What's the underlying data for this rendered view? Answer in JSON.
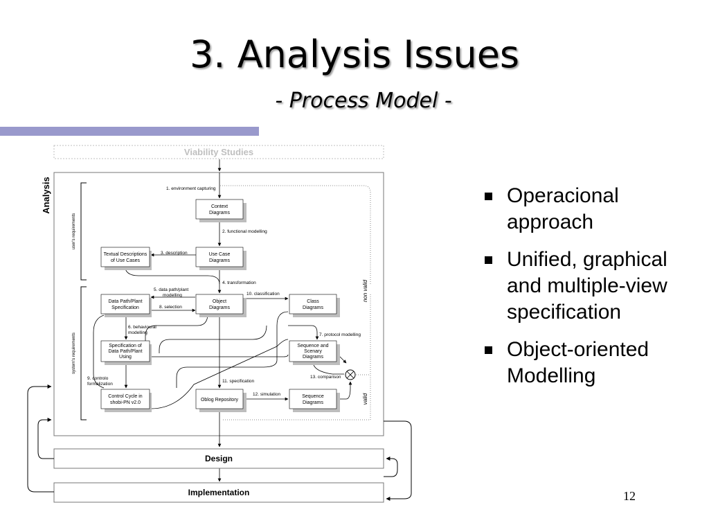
{
  "slide": {
    "title": "3. Analysis Issues",
    "subtitle": "- Process Model -",
    "page_number": "12",
    "accent_color": "#9999cc"
  },
  "bullets": [
    {
      "text": "Operacional approach"
    },
    {
      "text": "Unified, graphical and multiple-view specification"
    },
    {
      "text": "Object-oriented Modelling"
    }
  ],
  "diagram": {
    "viability": "Viability Studies",
    "analysis": "Analysis",
    "design": "Design",
    "implementation": "Implementation",
    "users_req": "user's requirements",
    "systems_req": "system's requirements",
    "non_valid": "non valid",
    "valid": "valid",
    "boxes": {
      "context": [
        "Context",
        "Diagrams"
      ],
      "usecase": [
        "Use Case",
        "Diagrams"
      ],
      "textual": [
        "Textual Descriptions",
        "of Use Cases"
      ],
      "object": [
        "Object",
        "Diagrams"
      ],
      "datapath": [
        "Data Path/Plant",
        "Specification"
      ],
      "classd": [
        "Class",
        "Diagrams"
      ],
      "specdp": [
        "Specification of",
        "Data Path/Plant",
        "Using"
      ],
      "seqsc": [
        "Sequence and",
        "Scenary",
        "Diagrams"
      ],
      "control": [
        "Control Cycle in",
        "shobi-PN v2.0"
      ],
      "oblog": [
        "Oblog Repository"
      ],
      "seqd": [
        "Sequence",
        "Diagrams"
      ]
    },
    "steps": {
      "s1": "1. environment capturing",
      "s2": "2. functional modelling",
      "s3": "3. description",
      "s4": "4. transformation",
      "s5a": "5. data path/plant",
      "s5b": "modelling",
      "s6a": "6. behavioural",
      "s6b": "modelling",
      "s7": "7. protocol modelling",
      "s8": "8. selection",
      "s9a": "9. controlo",
      "s9b": "formalization",
      "s10": "10. classification",
      "s11": "11. specification",
      "s12": "12. simulation",
      "s13": "13. comparison"
    }
  }
}
